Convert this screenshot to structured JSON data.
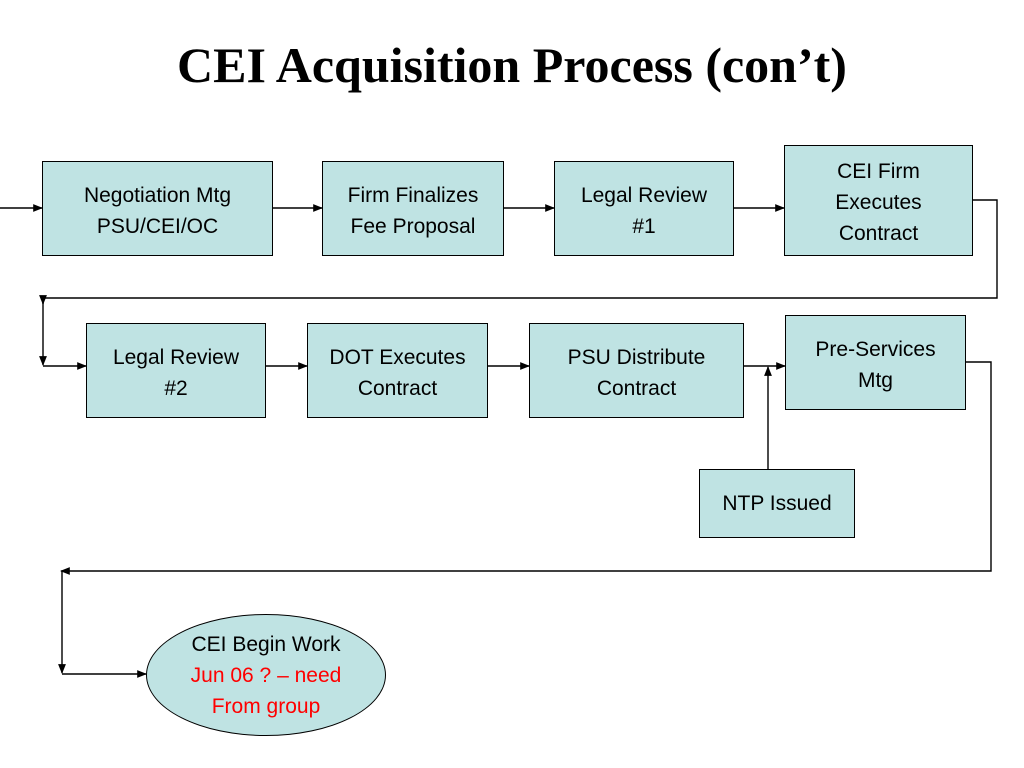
{
  "title": "CEI Acquisition Process (con’t)",
  "colors": {
    "box_fill": "#bfe3e3",
    "note_text": "#ff0000",
    "line": "#000000"
  },
  "steps": {
    "negotiation": {
      "line1": "Negotiation Mtg",
      "line2": "PSU/CEI/OC"
    },
    "finalize": {
      "line1": "Firm Finalizes",
      "line2": "Fee Proposal"
    },
    "legal1": {
      "line1": "Legal Review",
      "line2": "#1"
    },
    "cei_executes": {
      "line1": "CEI Firm",
      "line2": "Executes",
      "line3": "Contract"
    },
    "legal2": {
      "line1": "Legal Review",
      "line2": "#2"
    },
    "dot_executes": {
      "line1": "DOT Executes",
      "line2": "Contract"
    },
    "psu_distribute": {
      "line1": "PSU Distribute",
      "line2": "Contract"
    },
    "pre_services": {
      "line1": "Pre-Services",
      "line2": "Mtg"
    },
    "ntp": {
      "line1": "NTP Issued"
    },
    "begin_work": {
      "line1": "CEI Begin Work",
      "note1": "Jun 06 ? – need",
      "note2": "From group"
    }
  }
}
